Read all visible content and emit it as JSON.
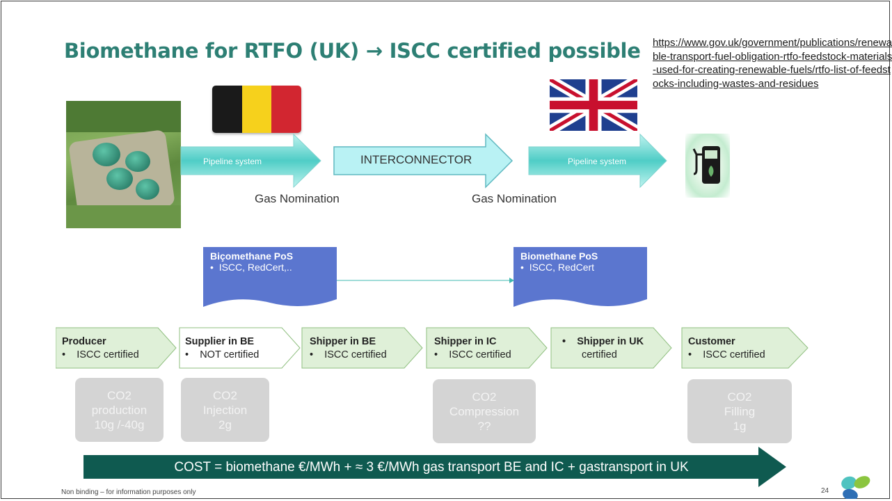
{
  "title": "Biomethane for RTFO (UK)  →  ISCC certified possible",
  "url": "https://www.gov.uk/government/publications/renewable-transport-fuel-obligation-rtfo-feedstock-materials-used-for-creating-renewable-fuels/rtfo-list-of-feedstocks-including-wastes-and-residues",
  "pipeline": {
    "arrow1": "Pipeline system",
    "arrow2": "INTERCONNECTOR",
    "arrow3": "Pipeline system",
    "nomination1": "Gas Nomination",
    "nomination2": "Gas Nomination"
  },
  "pos": {
    "left": {
      "heading": "Biçomethane PoS",
      "bullet": "ISCC, RedCert,.."
    },
    "right": {
      "heading": "Biomethane PoS",
      "bullet": "ISCC, RedCert"
    }
  },
  "chain": [
    {
      "heading": "Producer",
      "status": "ISCC certified",
      "fill": "#dff0d8"
    },
    {
      "heading": "Supplier in BE",
      "status": "NOT certified",
      "fill": "#ffffff"
    },
    {
      "heading": "Shipper in BE",
      "status": "ISCC certified",
      "fill": "#dff0d8"
    },
    {
      "heading": "Shipper in IC",
      "status": "ISCC certified",
      "fill": "#dff0d8"
    },
    {
      "heading": "Shipper in UK",
      "status": "certified",
      "fill": "#dff0d8"
    },
    {
      "heading": "Customer",
      "status": "ISCC certified",
      "fill": "#dff0d8"
    }
  ],
  "co2": [
    {
      "l1": "CO2",
      "l2": "production",
      "l3": "10g /-40g"
    },
    {
      "l1": "CO2",
      "l2": "Injection",
      "l3": "2g"
    },
    {
      "l1": "CO2",
      "l2": "Compression",
      "l3": "??"
    },
    {
      "l1": "CO2",
      "l2": "Filling",
      "l3": "1g"
    }
  ],
  "cost": "COST = biomethane €/MWh + ≈ 3 €/MWh gas transport  BE and IC + gastransport in UK",
  "footer": "Non binding – for information purposes only",
  "page_number": "24",
  "colors": {
    "accent": "#2d7f74",
    "doc_blue": "#5b76cf",
    "cost_arrow": "#0f5a50",
    "chain_green": "#dff0d8",
    "chain_border": "#8fbf7f",
    "arrow_teal": "#5fd6d0"
  },
  "icons": [
    "biogas-plant-photo",
    "belgium-flag",
    "uk-flag",
    "fuel-pump-icon",
    "company-logo"
  ]
}
